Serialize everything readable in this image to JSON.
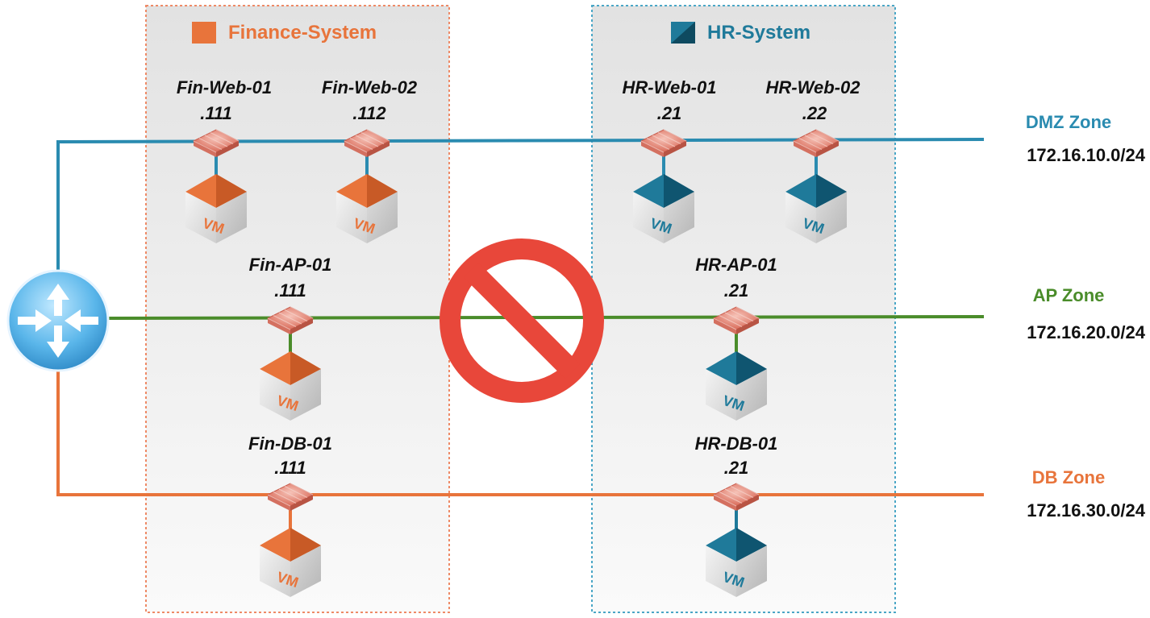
{
  "systems": {
    "finance": {
      "title": "Finance-System",
      "color": "#e8743b"
    },
    "hr": {
      "title": "HR-System",
      "color": "#1f7a9a"
    }
  },
  "zones": [
    {
      "key": "dmz",
      "name": "DMZ Zone",
      "cidr": "172.16.10.0/24",
      "color": "#2a8bb0"
    },
    {
      "key": "ap",
      "name": "AP Zone",
      "cidr": "172.16.20.0/24",
      "color": "#4a8c2a"
    },
    {
      "key": "db",
      "name": "DB Zone",
      "cidr": "172.16.30.0/24",
      "color": "#e8743b"
    }
  ],
  "nodes": {
    "fin_web_01": {
      "name": "Fin-Web-01",
      "ip": ".111"
    },
    "fin_web_02": {
      "name": "Fin-Web-02",
      "ip": ".112"
    },
    "fin_ap_01": {
      "name": "Fin-AP-01",
      "ip": ".111"
    },
    "fin_db_01": {
      "name": "Fin-DB-01",
      "ip": ".111"
    },
    "hr_web_01": {
      "name": "HR-Web-01",
      "ip": ".21"
    },
    "hr_web_02": {
      "name": "HR-Web-02",
      "ip": ".22"
    },
    "hr_ap_01": {
      "name": "HR-AP-01",
      "ip": ".21"
    },
    "hr_db_01": {
      "name": "HR-DB-01",
      "ip": ".21"
    }
  },
  "vm_label": "VM",
  "icons": {
    "router": "router-icon",
    "firewall": "firewall-icon",
    "vm": "vm-icon",
    "prohibited": "prohibited-icon"
  },
  "colors": {
    "prohibited": "#e8473a",
    "firewall": "#e07a6a",
    "system_box_fill": "#ececec"
  }
}
